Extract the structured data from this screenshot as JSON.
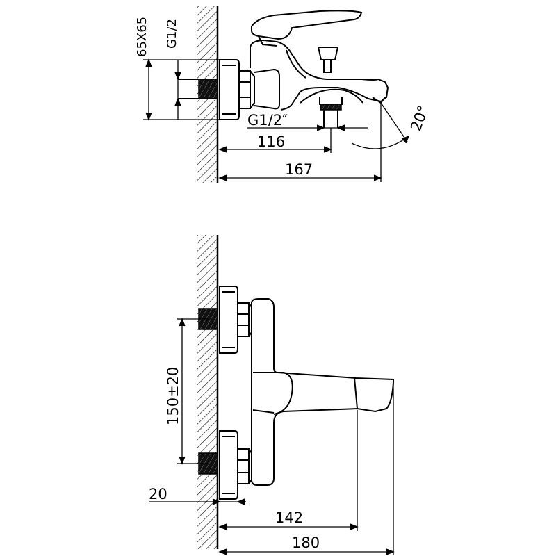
{
  "top_view": {
    "label_65x65": "65X65",
    "label_g12_vertical": "G1/2",
    "label_g12_outlet": "G1/2″",
    "label_116": "116",
    "label_167": "167",
    "label_angle": "20°"
  },
  "side_view": {
    "label_150": "150±20",
    "label_20": "20",
    "label_142": "142",
    "label_180": "180"
  }
}
